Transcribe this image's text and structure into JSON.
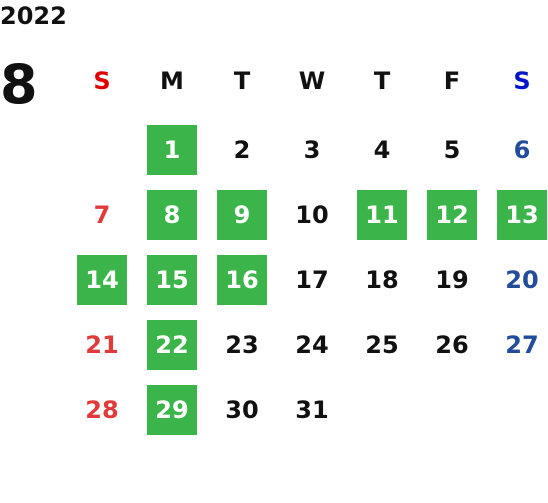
{
  "year": "2022",
  "month": "8",
  "weekdays": [
    "S",
    "M",
    "T",
    "W",
    "T",
    "F",
    "S"
  ],
  "weeks": [
    [
      null,
      1,
      2,
      3,
      4,
      5,
      6
    ],
    [
      7,
      8,
      9,
      10,
      11,
      12,
      13
    ],
    [
      14,
      15,
      16,
      17,
      18,
      19,
      20
    ],
    [
      21,
      22,
      23,
      24,
      25,
      26,
      27
    ],
    [
      28,
      29,
      30,
      31,
      null,
      null,
      null
    ]
  ],
  "highlighted_days": [
    1,
    8,
    9,
    11,
    12,
    13,
    14,
    15,
    16,
    22,
    29
  ],
  "colors": {
    "highlight_bg": "#3bb54a",
    "highlight_text": "#ffffff",
    "sunday": "#e03a3a",
    "saturday": "#234c9a",
    "sunday_header": "#e00000",
    "saturday_header": "#0016c8",
    "text": "#111111"
  }
}
